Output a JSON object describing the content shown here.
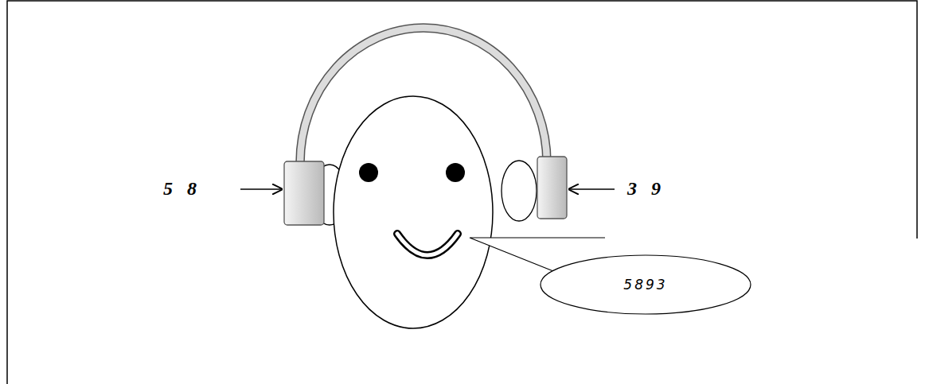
{
  "diagram": {
    "nodes": [
      {
        "text": [
          "5893"
        ]
      }
    ],
    "labels": [
      "5 8",
      "3 9"
    ]
  }
}
